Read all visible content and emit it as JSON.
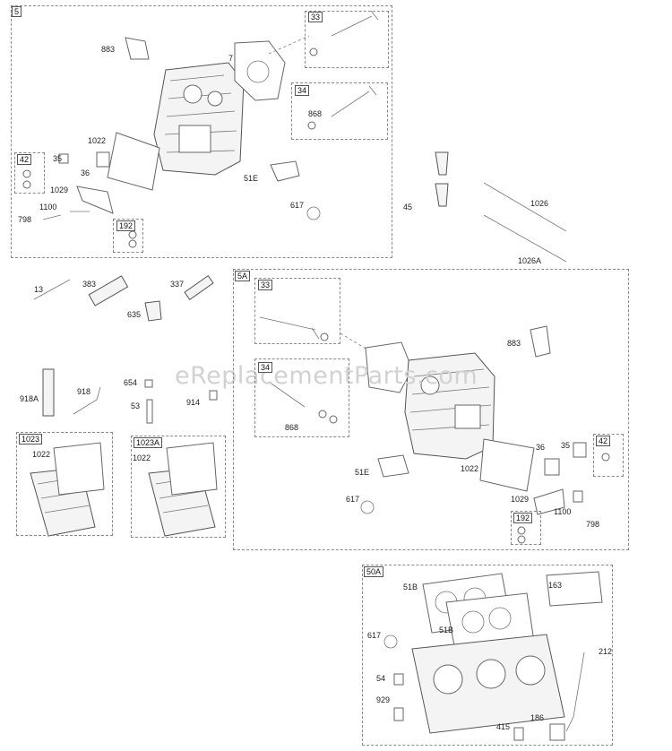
{
  "watermark": "eReplacementParts.com",
  "boxes": {
    "b5": "5",
    "b33a": "33",
    "b34a": "34",
    "b42a": "42",
    "b192a": "192",
    "b1023": "1023",
    "b1023A": "1023A",
    "b5A": "5A",
    "b33b": "33",
    "b34b": "34",
    "b42b": "42",
    "b192b": "192",
    "b50A": "50A"
  },
  "labels": {
    "l883a": "883",
    "l7": "7",
    "l868a": "868",
    "l1022a": "1022",
    "l35a": "35",
    "l36a": "36",
    "l1029a": "1029",
    "l1100a": "1100",
    "l798a": "798",
    "l51Ea": "51E",
    "l617a": "617",
    "l45": "45",
    "l1026": "1026",
    "l1026A": "1026A",
    "l13": "13",
    "l383": "383",
    "l337": "337",
    "l635": "635",
    "l918A": "918A",
    "l918": "918",
    "l654": "654",
    "l53": "53",
    "l914": "914",
    "l1022b": "1022",
    "l1022c": "1022",
    "l883b": "883",
    "l868b": "868",
    "l1022d": "1022",
    "l51Eb": "51E",
    "l617b": "617",
    "l36b": "36",
    "l35b": "35",
    "l1029b": "1029",
    "l1100b": "1100",
    "l798b": "798",
    "l51Bt": "51B",
    "l163": "163",
    "l51Bb": "51B",
    "l617c": "617",
    "l212": "212",
    "l54": "54",
    "l929": "929",
    "l186": "186",
    "l415": "415"
  }
}
